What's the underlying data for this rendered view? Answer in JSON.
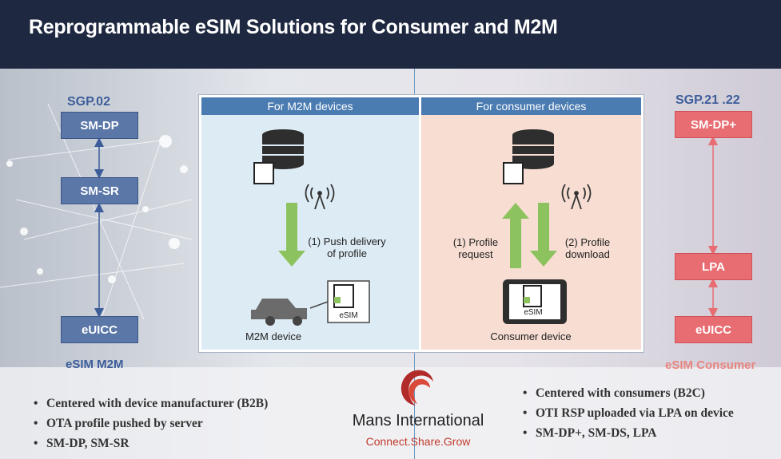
{
  "title": "Reprogrammable eSIM Solutions for Consumer and M2M",
  "left": {
    "spec": "SGP.02",
    "boxes": [
      "SM-DP",
      "SM-SR",
      "eUICC"
    ],
    "caption": "eSIM M2M",
    "bullets": [
      "Centered with device manufacturer (B2B)",
      "OTA profile pushed by server",
      "SM-DP, SM-SR"
    ]
  },
  "right": {
    "spec": "SGP.21 .22",
    "boxes": [
      "SM-DP+",
      "LPA",
      "eUICC"
    ],
    "caption": "eSIM Consumer",
    "bullets": [
      "Centered with consumers (B2C)",
      "OTI RSP uploaded via LPA on device",
      "SM-DP+, SM-DS, LPA"
    ]
  },
  "panel": {
    "m2m": {
      "header": "For M2M devices",
      "arrow_label_1": "(1) Push delivery",
      "arrow_label_2": "of profile",
      "sim_label": "eSIM",
      "device_label": "M2M device"
    },
    "consumer": {
      "header": "For consumer devices",
      "req_label_1": "(1) Profile",
      "req_label_2": "request",
      "dl_label_1": "(2) Profile",
      "dl_label_2": "download",
      "sim_label": "eSIM",
      "device_label": "Consumer device"
    }
  },
  "logo": {
    "name": "Mans International",
    "tagline": "Connect.Share.Grow"
  },
  "colors": {
    "header_bg": "#1f2841",
    "blue_box": "#5b77a8",
    "red_box": "#e86d72",
    "m2m_panel": "#ddebf4",
    "consumer_panel": "#f7ddd2",
    "green_arrow": "#8dc35f"
  }
}
